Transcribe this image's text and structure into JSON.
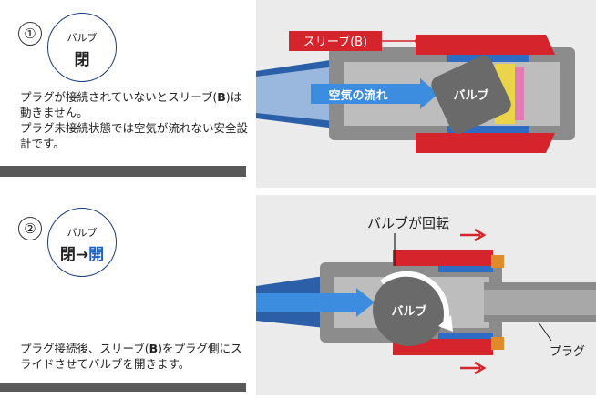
{
  "step1": {
    "number": "①",
    "valve_label": "バルブ",
    "state": "閉",
    "desc_before": "プラグが接続されていないとスリーブ(",
    "desc_b": "B",
    "desc_after": ")は動きません。",
    "desc_line2": "プラグ未接続状態では空気が流れない安全設計です。",
    "diagram": {
      "sleeve_label": "スリーブ(B)",
      "airflow_label": "空気の流れ",
      "valve_label": "バルブ"
    }
  },
  "step2": {
    "number": "②",
    "valve_label": "バルブ",
    "state_from": "閉",
    "arrow": "→",
    "state_to": "開",
    "desc_before": "プラグ接続後、スリーブ(",
    "desc_b": "B",
    "desc_after": ")をプラグ側にスライドさせてバルブを開きます。",
    "diagram": {
      "rotation_label": "バルブが回転",
      "valve_label": "バルブ",
      "plug_label": "プラグ"
    }
  },
  "colors": {
    "sleeve_red": "#d5242b",
    "airflow_blue": "#1f7fd8",
    "bar_gray": "#595959",
    "panel_bg": "#ebebeb"
  }
}
